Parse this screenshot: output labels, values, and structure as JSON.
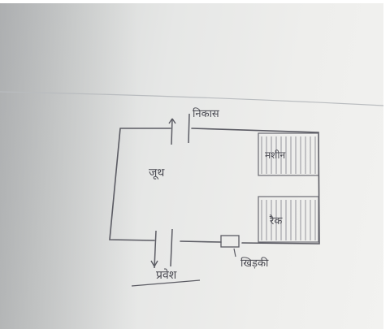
{
  "diagram": {
    "labels": {
      "exit": "निकास",
      "cell": "जूथ",
      "machine": "मशीन",
      "rack": "रैक",
      "entry": "प्रवेश",
      "window": "खिड़की"
    }
  }
}
